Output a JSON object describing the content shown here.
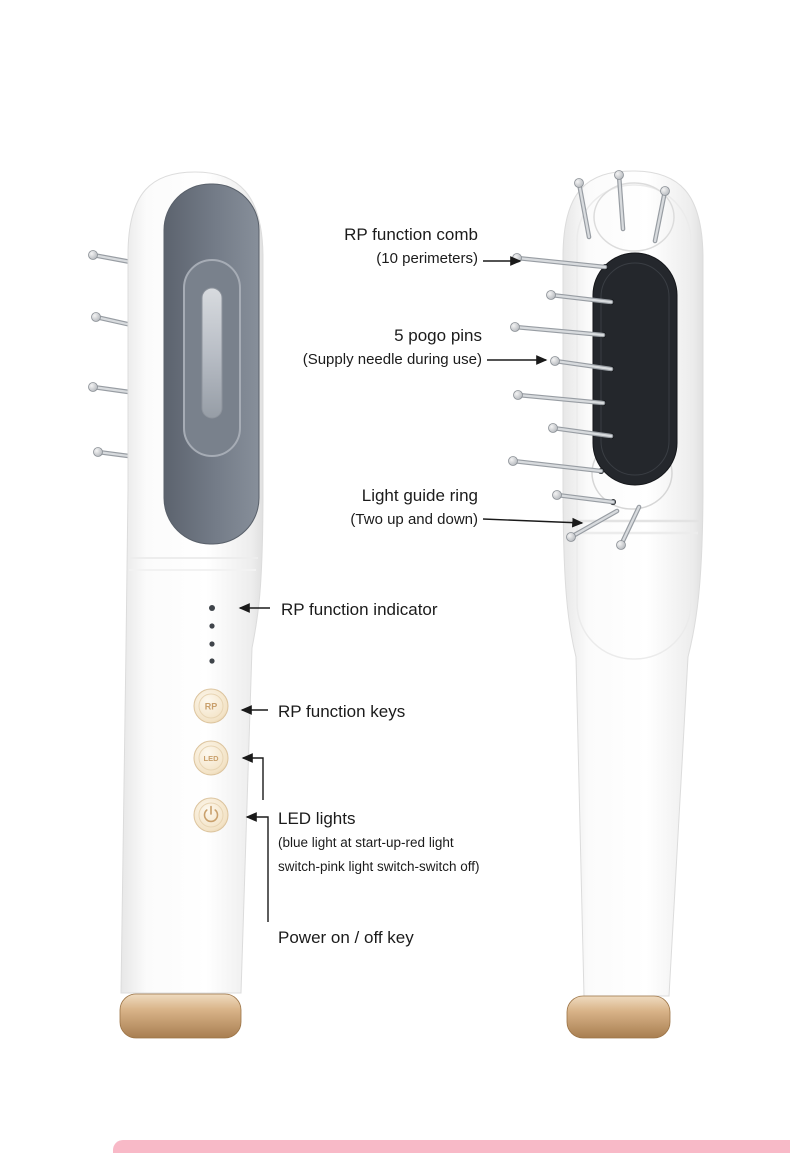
{
  "product": {
    "rp_button_label": "RP",
    "led_button_label": "LED"
  },
  "callouts": {
    "comb": {
      "title": "RP function comb",
      "subtitle": "(10 perimeters)"
    },
    "pogo_pins": {
      "title": "5 pogo pins",
      "subtitle": "(Supply needle during use)"
    },
    "light_guide_ring": {
      "title": "Light guide ring",
      "subtitle": "(Two up and down)"
    },
    "rp_indicator": {
      "title": "RP function indicator"
    },
    "rp_keys": {
      "title": "RP function keys"
    },
    "led_lights": {
      "title": "LED lights",
      "subtitle_line1": "(blue light at start-up-red light",
      "subtitle_line2": "switch-pink light switch-switch off)"
    },
    "power_key": {
      "title": "Power on / off key"
    }
  },
  "colors": {
    "gold_cap": "#c9a06c",
    "footer_pink": "#f8b9c7",
    "panel_slate": "#747c88",
    "comb_face_black": "#24272c",
    "text": "#1b1b1b"
  }
}
